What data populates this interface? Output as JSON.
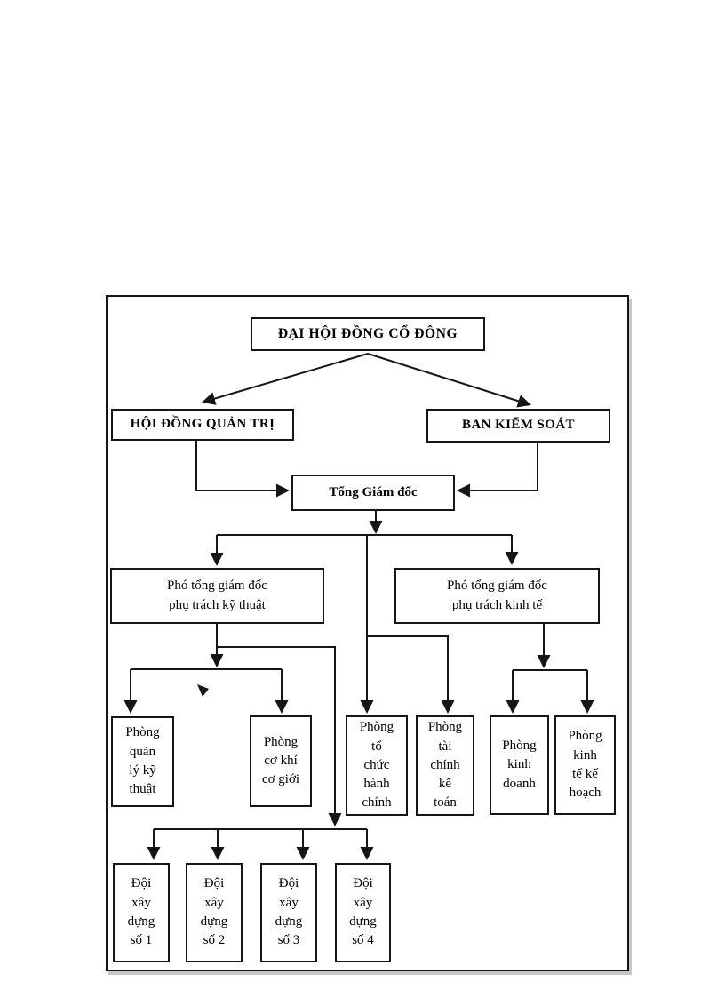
{
  "diagram": {
    "description": "Organizational chart of a construction joint-stock company",
    "colors": {
      "line": "#161616",
      "box_border": "#161616",
      "text": "#000000",
      "background": "#ffffff"
    },
    "nodes": {
      "shareholders": {
        "label": "ĐẠI HỘI ĐỒNG CỔ ĐÔNG"
      },
      "board_of_directors": {
        "label": "HỘI ĐỒNG QUẢN TRỊ"
      },
      "supervisory_board": {
        "label": "BAN KIỂM SOÁT"
      },
      "general_director": {
        "label": "Tổng Giám đốc"
      },
      "deputy_technical": {
        "label": "Phó tổng giám đốc phụ trách kỹ thuật",
        "lines": [
          "Phó tổng giám đốc",
          "phụ trách kỹ thuật"
        ]
      },
      "deputy_economic": {
        "label": "Phó tổng giám đốc phụ trách kinh tế",
        "lines": [
          "Phó tổng giám đốc",
          "phụ trách kinh tế"
        ]
      },
      "dept_technical_management": {
        "label": "Phòng quản lý kỹ thuật",
        "lines": [
          "Phòng",
          "quản",
          "lý kỹ",
          "thuật"
        ]
      },
      "dept_mechanical": {
        "label": "Phòng cơ khí cơ giới",
        "lines": [
          "Phòng",
          "cơ khí",
          "cơ giới"
        ]
      },
      "dept_admin": {
        "label": "Phòng tổ chức hành chính",
        "lines": [
          "Phòng",
          "tổ",
          "chức",
          "hành",
          "chính"
        ]
      },
      "dept_finance": {
        "label": "Phòng tài chính kế toán",
        "lines": [
          "Phòng",
          "tài",
          "chính",
          "kế",
          "toán"
        ]
      },
      "dept_business": {
        "label": "Phòng kinh doanh",
        "lines": [
          "Phòng",
          "kinh",
          "doanh"
        ]
      },
      "dept_planning": {
        "label": "Phòng kinh tế kế hoạch",
        "lines": [
          "Phòng",
          "kinh",
          "tế kế",
          "hoạch"
        ]
      },
      "team_1": {
        "label": "Đội xây dựng số 1",
        "lines": [
          "Đội",
          "xây",
          "dựng",
          "số 1"
        ]
      },
      "team_2": {
        "label": "Đội xây dựng số 2",
        "lines": [
          "Đội",
          "xây",
          "dựng",
          "số 2"
        ]
      },
      "team_3": {
        "label": "Đội xây dựng số 3",
        "lines": [
          "Đội",
          "xây",
          "dựng",
          "số 3"
        ]
      },
      "team_4": {
        "label": "Đội xây dựng số 4",
        "lines": [
          "Đội",
          "xây",
          "dựng",
          "số 4"
        ]
      }
    }
  }
}
